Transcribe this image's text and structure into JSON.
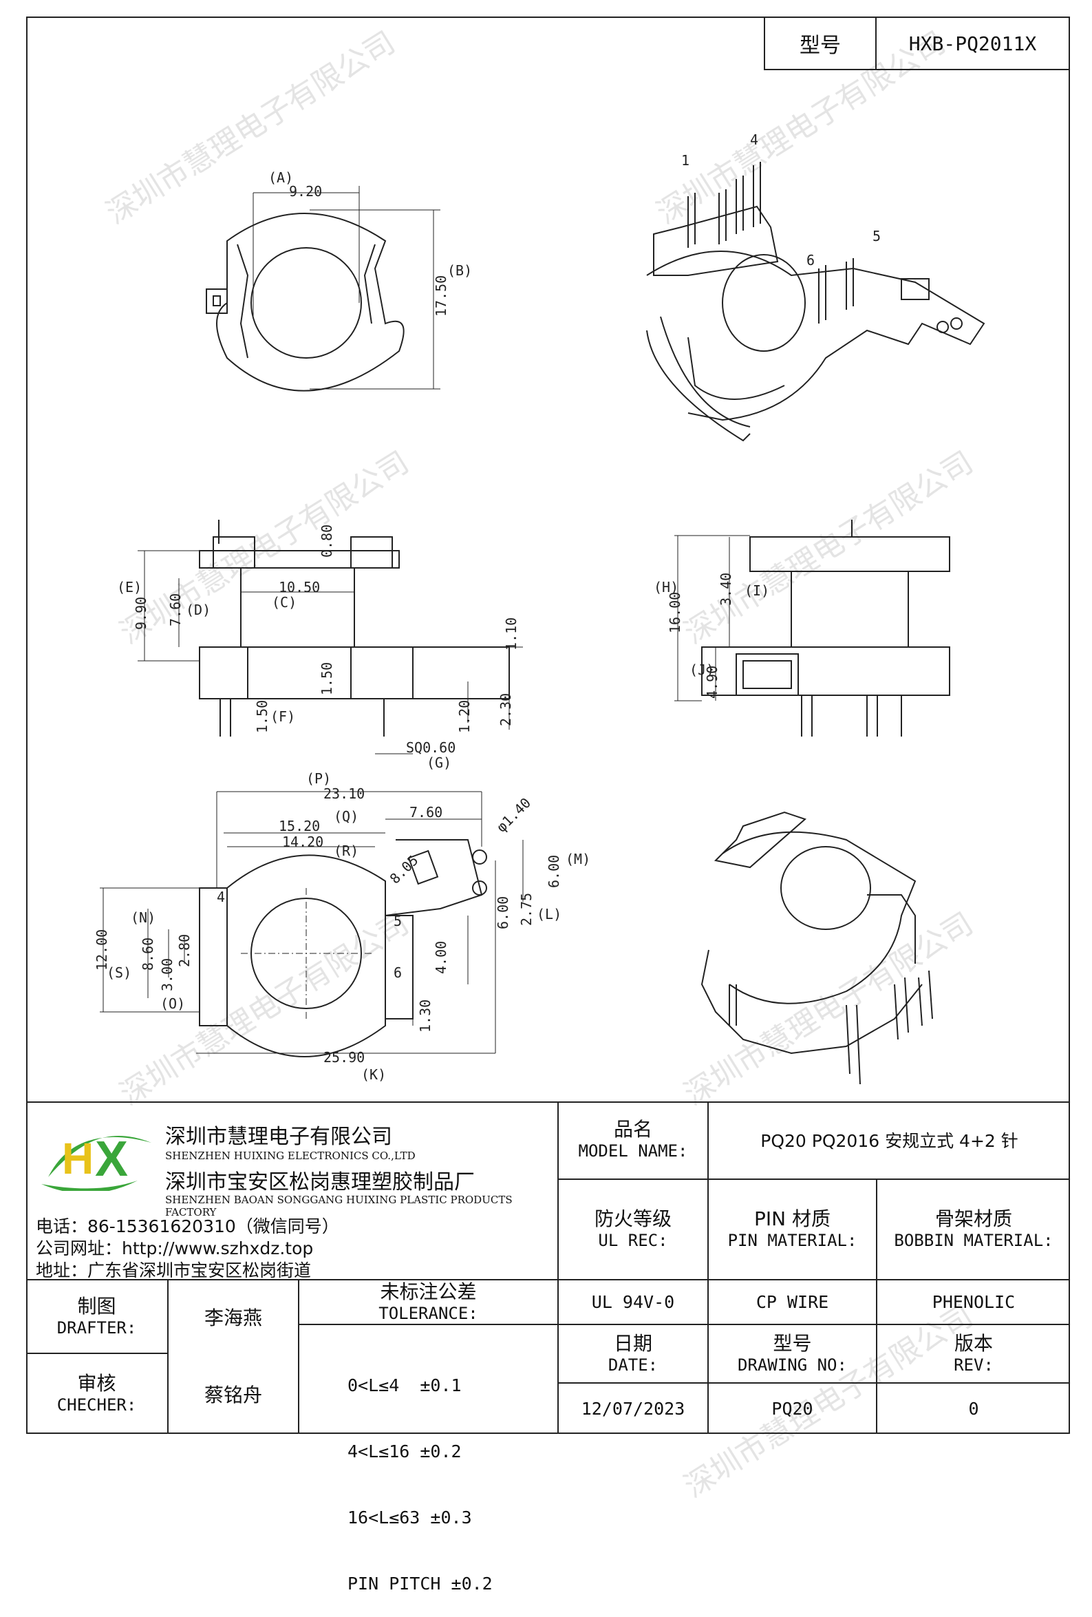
{
  "header": {
    "model_label": "型号",
    "model_value": "HXB-PQ2011X"
  },
  "drawing": {
    "top_view": {
      "dim_a_letter": "(A)",
      "dim_a": "9.20",
      "dim_b": "17.50",
      "dim_b_letter": "(B)"
    },
    "iso_pins": {
      "p1": "1",
      "p4": "4",
      "p5": "5",
      "p6": "6"
    },
    "front_view": {
      "dim_0_80": "0.80",
      "dim_e_letter": "(E)",
      "dim_9_90": "9.90",
      "dim_7_60": "7.60",
      "dim_d_letter": "(D)",
      "dim_10_50": "10.50",
      "dim_c_letter": "(C)",
      "dim_1_10": "1.10",
      "dim_1_50": "1.50",
      "dim_2_30": "2.30",
      "dim_1_20": "1.20",
      "dim_1_50_f": "1.50",
      "dim_f_letter": "(F)",
      "dim_sq": "SQ0.60",
      "dim_g_letter": "(G)"
    },
    "side_view": {
      "dim_h_letter": "(H)",
      "dim_16_00": "16.00",
      "dim_3_40": "3.40",
      "dim_i_letter": "(I)",
      "dim_j_letter": "(J)",
      "dim_4_90": "4.90"
    },
    "bottom_view": {
      "dim_p_letter": "(P)",
      "dim_23_10": "23.10",
      "dim_15_20": "15.20",
      "dim_q_letter": "(Q)",
      "dim_7_60": "7.60",
      "dim_phi": "φ1.40",
      "dim_14_20": "14.20",
      "dim_r_letter": "(R)",
      "dim_6_00_m": "6.00",
      "dim_m_letter": "(M)",
      "dim_8_05": "8.05",
      "dim_2_75": "2.75",
      "dim_l_letter": "(L)",
      "dim_6_00": "6.00",
      "dim_12_00": "12.00",
      "dim_n_letter": "(N)",
      "dim_8_60": "8.60",
      "dim_2_80": "2.80",
      "dim_3_00": "3.00",
      "dim_s_letter": "(S)",
      "dim_o_letter": "(O)",
      "dim_4_00": "4.00",
      "dim_1_30": "1.30",
      "dim_25_90": "25.90",
      "dim_k_letter": "(K)",
      "pin4": "4",
      "pin5": "5",
      "pin6": "6"
    }
  },
  "company": {
    "name_cn": "深圳市慧理电子有限公司",
    "name_en": "SHENZHEN HUIXING ELECTRONICS CO.,LTD",
    "factory_cn": "深圳市宝安区松岗惠理塑胶制品厂",
    "factory_en": "SHENZHEN BAOAN SONGGANG HUIXING PLASTIC PRODUCTS FACTORY",
    "phone": "电话：86-15361620310（微信同号）",
    "website": "公司网址：http://www.szhxdz.top",
    "address": "地址：广东省深圳市宝安区松岗街道",
    "logo_text": "HX"
  },
  "title_block": {
    "product_name_cn": "品名",
    "product_name_en": "MODEL NAME:",
    "product_name_value": "PQ20 PQ2016 安规立式 4+2 针",
    "fire_rating_cn": "防火等级",
    "fire_rating_en": "UL REC:",
    "fire_rating_value": "UL 94V-0",
    "pin_material_cn": "PIN 材质",
    "pin_material_en": "PIN MATERIAL:",
    "pin_material_value": "CP WIRE",
    "bobbin_material_cn": "骨架材质",
    "bobbin_material_en": "BOBBIN MATERIAL:",
    "bobbin_material_value": "PHENOLIC",
    "drafter_cn": "制图",
    "drafter_en": "DRAFTER:",
    "drafter_value": "李海燕",
    "checker_cn": "审核",
    "checker_en": "CHECHER:",
    "checker_value": "蔡铭舟",
    "tolerance_cn": "未标注公差",
    "tolerance_en": "TOLERANCE:",
    "tolerance_lines": [
      "0<L≤4  ±0.1",
      "4<L≤16 ±0.2",
      "16<L≤63 ±0.3",
      "PIN PITCH ±0.2"
    ],
    "date_cn": "日期",
    "date_en": "DATE:",
    "date_value": "12/07/2023",
    "drawing_no_cn": "型号",
    "drawing_no_en": "DRAWING NO:",
    "drawing_no_value": "PQ20",
    "rev_cn": "版本",
    "rev_en": "REV:",
    "rev_value": "0"
  },
  "watermark": "深圳市慧理电子有限公司",
  "colors": {
    "logo_green": "#3aa63a",
    "logo_yellow": "#e8c21a",
    "line": "#222222"
  }
}
